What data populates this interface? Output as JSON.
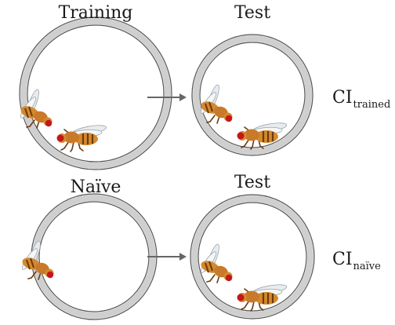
{
  "rows": [
    {
      "left_label": "Training",
      "right_label": "Test",
      "ci_main": "CI",
      "ci_sub": "trained"
    },
    {
      "left_label": "Naïve",
      "right_label": "Test",
      "ci_main": "CI",
      "ci_sub": "naïve"
    }
  ],
  "colors": {
    "arena_ring": "#cfcfcf",
    "arena_outline": "#555555",
    "arrow": "#666666",
    "fly_body": "#d4892e",
    "fly_stripe": "#6b3b0e",
    "fly_eye": "#c4161c",
    "fly_wing": "#e9ecef"
  },
  "icons": [
    "arena-ring",
    "fly-male",
    "fly-female",
    "arrow-right"
  ]
}
